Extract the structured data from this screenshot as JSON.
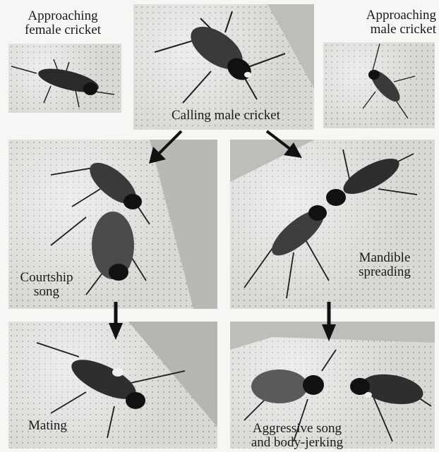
{
  "labels": {
    "approaching_female": [
      "Approaching",
      "female cricket"
    ],
    "approaching_male": [
      "Approaching",
      "male cricket"
    ],
    "calling_male": "Calling male cricket",
    "courtship_song": [
      "Courtship",
      "song"
    ],
    "mandible_spreading": [
      "Mandible",
      "spreading"
    ],
    "mating": "Mating",
    "aggressive_song": [
      "Aggressive song",
      "and body-jerking"
    ]
  },
  "colors": {
    "background": "#f6f6f4",
    "photo": "#d9d9d6",
    "insect": "#2a2a2a",
    "arrow": "#111111"
  }
}
